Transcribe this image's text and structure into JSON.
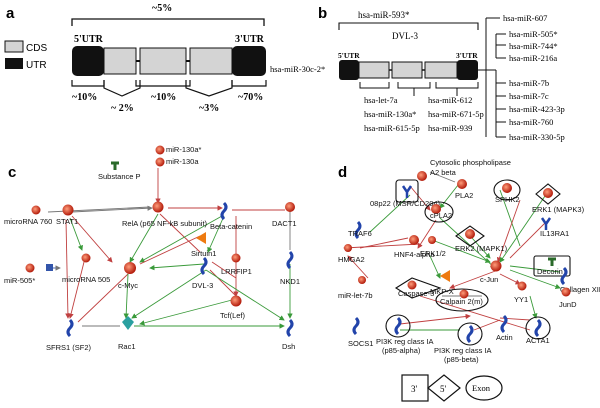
{
  "panel_a": {
    "letter": "a",
    "top_percent": "~5%",
    "legend": [
      {
        "label": "CDS",
        "color": "#d4d4d4"
      },
      {
        "label": "UTR",
        "color": "#111111"
      }
    ],
    "utr5": "5'UTR",
    "utr3": "3'UTR",
    "bottom_percents": [
      "~10%",
      "~ 2%",
      "~10%",
      "~3%",
      "~70%"
    ]
  },
  "panel_b": {
    "letter": "b",
    "top_mirna": "hsa-miR-593*",
    "gene": "DVL-3",
    "utr5": "5'UTR",
    "utr3": "3'UTR",
    "left_mirna": "hsa-miR-30c-2*",
    "cds_mirnas": [
      "hsa-let-7a",
      "hsa-miR-130a*",
      "hsa-miR-615-5p"
    ],
    "utr_mirnas": [
      "hsa-miR-612",
      "hsa-miR-671-5p",
      "hsa-miR-939"
    ],
    "tree_mirnas": [
      "hsa-miR-607",
      "hsa-miR-505*",
      "hsa-miR-744*",
      "hsa-miR-216a",
      "hsa-miR-7b",
      "hsa-miR-7c",
      "hsa-miR-423-3p",
      "hsa-miR-760",
      "hsa-miR-330-5p"
    ]
  },
  "panel_c": {
    "letter": "c",
    "nodes": {
      "mir130a_star": "miR-130a*",
      "mir130a": "miR-130a",
      "substance_p": "Substance P",
      "microrna760": "microRNA 760",
      "stat1": "STAT1",
      "rela": "RelA (p65 NF-kB subunit)",
      "beta_catenin": "Beta-catenin",
      "dact1": "DACT1",
      "sirtuin1": "Sirtuin1",
      "lrrfip1": "LRRFIP1",
      "mir505": "miR-505*",
      "microrna505": "microRNA 505",
      "cmyc": "c-Myc",
      "dvl3": "DVL-3",
      "nkd1": "NKD1",
      "tcf": "Tcf(Lef)",
      "sfrs1": "SFRS1 (SF2)",
      "rac1": "Rac1",
      "dsh": "Dsh"
    }
  },
  "panel_d": {
    "letter": "d",
    "nodes": {
      "cpla2b": "Cytosolic phospholipase A2 beta",
      "pla2": "PLA2",
      "o8p22": "08p22 (MSR/CD204)",
      "cpla2": "cPLA2",
      "sphk2": "SPHK2",
      "erk1": "ERK1 (MAPK3)",
      "traf6": "TRAF6",
      "il13ra1": "IL13RA1",
      "hnf4": "HNF4-alpha",
      "erk2": "ERK2 (MAPK1)",
      "erk12": "ERK1/2",
      "hmga2": "HMGA2",
      "cjun": "c-Jun",
      "decorin": "Decorin",
      "collagen": "Collagen XII",
      "mirlet7b": "miR-let-7b",
      "caspase3": "Caspase-3",
      "mkpx": "MKP-X",
      "calpain": "Calpain 2(m)",
      "yy1": "YY1",
      "jund": "JunD",
      "socs1": "SOCS1",
      "pi3k_a": "PI3K reg class IA (p85-alpha)",
      "pi3k_b": "PI3K reg class IA (p85-beta)",
      "actin": "Actin",
      "acta1": "ACTA1"
    },
    "legend": {
      "three_prime": "3'",
      "five_prime": "5'",
      "exon": "Exon"
    }
  }
}
